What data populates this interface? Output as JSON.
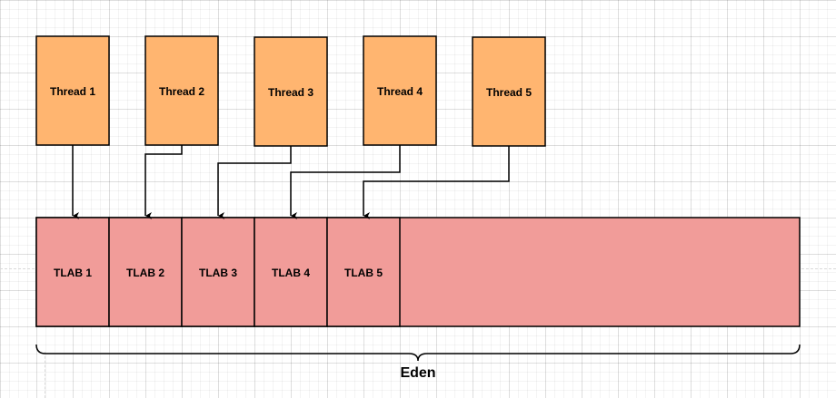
{
  "diagram": {
    "threads": [
      {
        "label": "Thread 1"
      },
      {
        "label": "Thread 2"
      },
      {
        "label": "Thread 3"
      },
      {
        "label": "Thread 4"
      },
      {
        "label": "Thread 5"
      }
    ],
    "tlabs": [
      {
        "label": "TLAB 1"
      },
      {
        "label": "TLAB 2"
      },
      {
        "label": "TLAB 3"
      },
      {
        "label": "TLAB 4"
      },
      {
        "label": "TLAB 5"
      }
    ],
    "eden_label": "Eden",
    "colors": {
      "thread_fill": "#ffb570",
      "tlab_fill": "#f19c99",
      "stroke": "#000000"
    }
  }
}
